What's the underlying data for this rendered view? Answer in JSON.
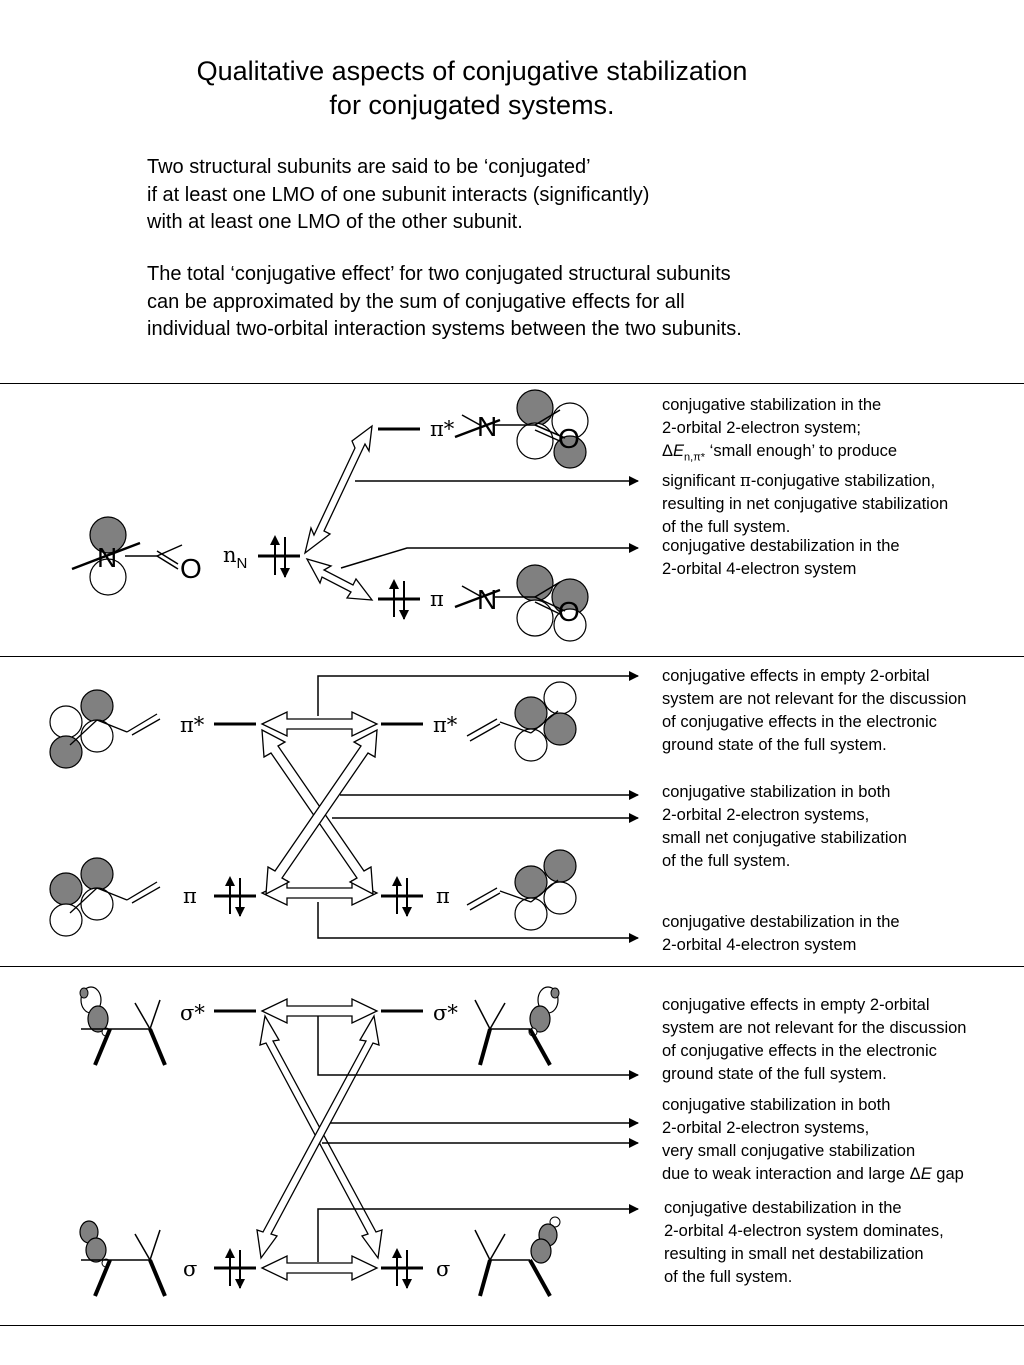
{
  "title": {
    "line1": "Qualitative aspects of conjugative stabilization",
    "line2": "for conjugated systems."
  },
  "intro": {
    "p1": [
      "Two structural subunits are said to be ‘conjugated’",
      "if at least one LMO of one subunit interacts (significantly)",
      "with at least one LMO of the other subunit."
    ],
    "p2": [
      "The total ‘conjugative effect’ for two conjugated structural subunits",
      "can be approximated by the sum of conjugative effects for all",
      "individual two-orbital interaction systems between the two subunits."
    ]
  },
  "panel1": {
    "orbitals": {
      "pi_star": "π*",
      "n_main": "n",
      "n_sub": "N",
      "pi": "π"
    },
    "atoms": {
      "N": "N",
      "O": "O"
    },
    "notes": {
      "stabilization": {
        "line1": "conjugative stabilization in the",
        "line2": "2-orbital 2-electron system;",
        "line3_delta": "Δ",
        "line3_E": "E",
        "line3_sub": "n,π*",
        "line3_rest": " ‘small enough’ to produce",
        "line4_pre": "significant ",
        "line4_pi": "π",
        "line4_post": "-conjugative stabilization,",
        "line5": "resulting in net conjugative stabilization",
        "line6": "of the full system."
      },
      "destabilization": [
        "conjugative destabilization in the",
        "2-orbital 4-electron system"
      ]
    }
  },
  "panel2": {
    "orbitals": {
      "pi_star": "π*",
      "pi": "π"
    },
    "notes": {
      "empty": [
        "conjugative effects in empty 2-orbital",
        "system are not relevant for the discussion",
        "of conjugative effects in the electronic",
        "ground state of the full system."
      ],
      "stabilization": [
        "conjugative stabilization in both",
        "2-orbital 2-electron systems,",
        "small net conjugative stabilization",
        "of the full system."
      ],
      "destabilization": [
        "conjugative destabilization in the",
        "2-orbital 4-electron system"
      ]
    }
  },
  "panel3": {
    "orbitals": {
      "sigma_star": "σ*",
      "sigma": "σ"
    },
    "notes": {
      "empty": [
        "conjugative effects in empty 2-orbital",
        "system are not relevant for the discussion",
        "of conjugative effects in the electronic",
        "ground state of the full system."
      ],
      "stabilization": {
        "line1": "conjugative stabilization in both",
        "line2": "2-orbital 2-electron systems,",
        "line3": "very small conjugative stabilization",
        "line4_pre": "due to weak interaction and large ",
        "line4_delta": "Δ",
        "line4_E": "E",
        "line4_post": " gap"
      },
      "destabilization": [
        "conjugative destabilization in the",
        "2-orbital 4-electron system dominates,",
        "resulting in small net destabilization",
        "of the full system."
      ]
    }
  },
  "colors": {
    "lobe_fill": "#808080",
    "line": "#000000"
  }
}
